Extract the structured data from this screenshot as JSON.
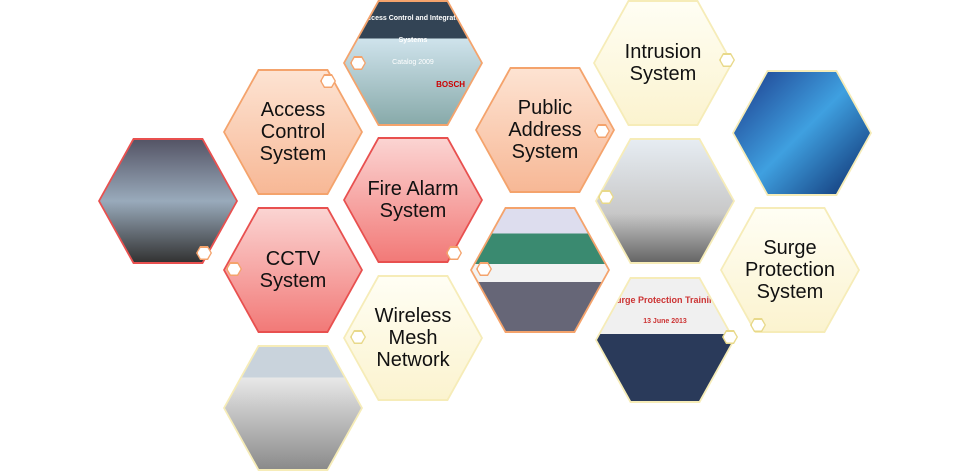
{
  "hexagons": {
    "access_control": "Access Control System",
    "fire_alarm": "Fire Alarm System",
    "public_address": "Public Address System",
    "intrusion": "Intrusion System",
    "cctv": "CCTV System",
    "wireless_mesh": "Wireless Mesh Network",
    "surge_protection": "Surge Protection System"
  },
  "photos": {
    "catalog_title": "Access Control and Integrated Systems",
    "catalog_sub": "Catalog 2009",
    "catalog_brand": "BOSCH",
    "training_banner": "Surge Protection Training",
    "training_date": "13 June 2013"
  }
}
